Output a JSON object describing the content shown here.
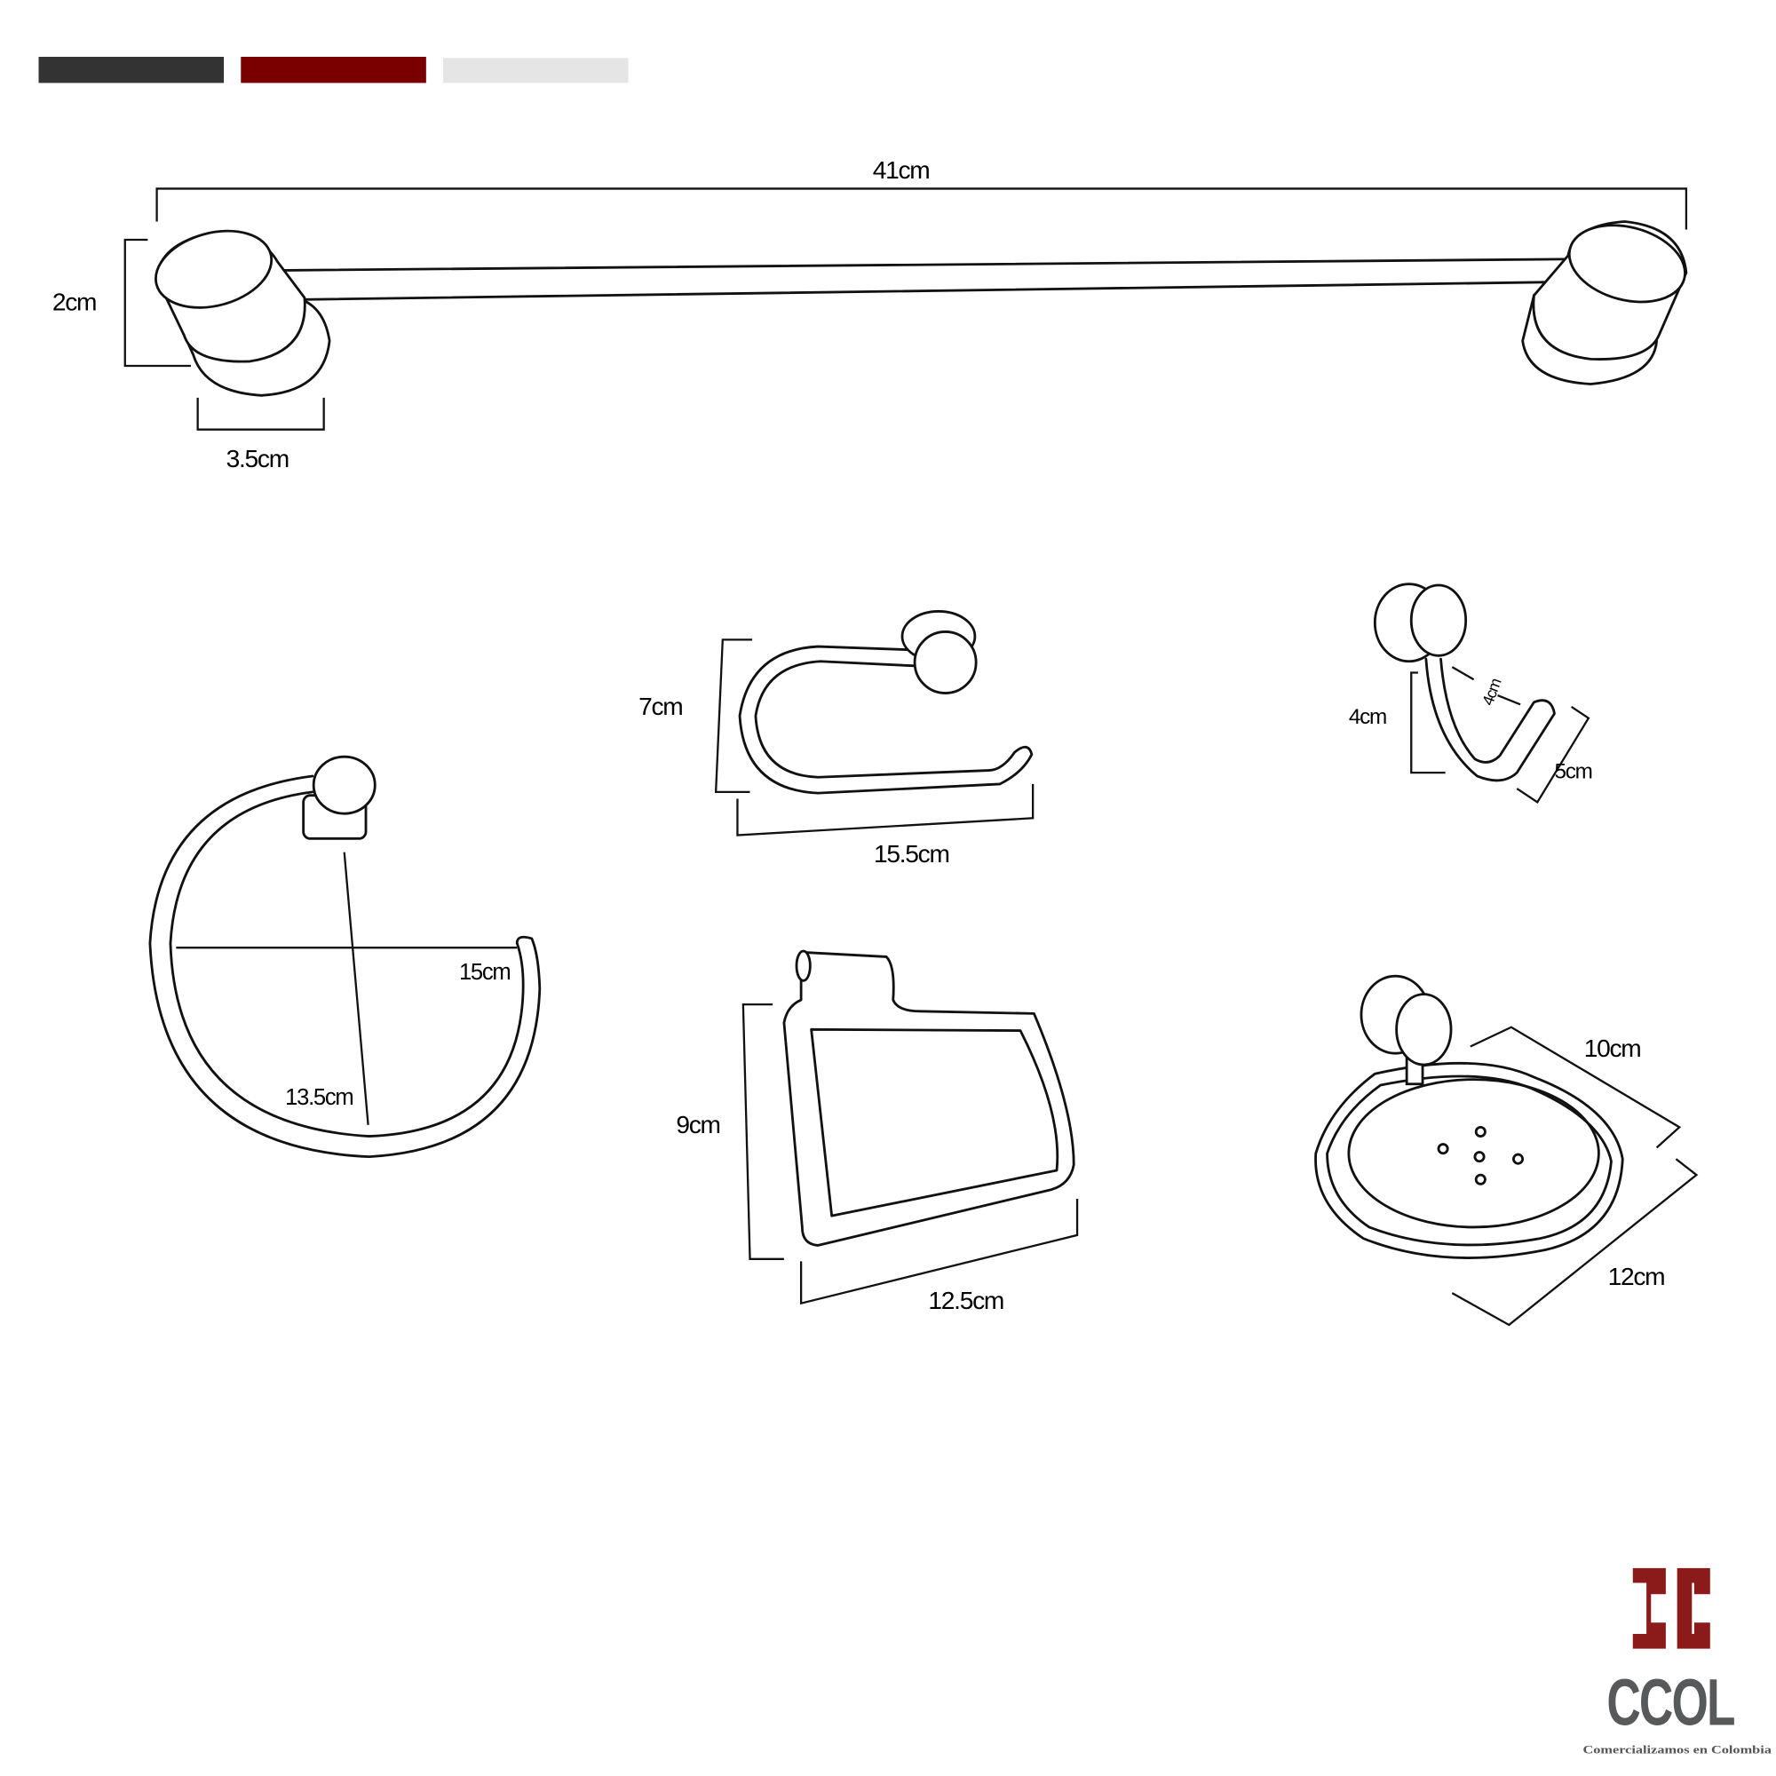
{
  "colors": {
    "bar1": "#333333",
    "bar2": "#7a0000",
    "bar3": "#e5e5e5",
    "logo_red": "#8b1a1a",
    "logo_gray": "#58595b"
  },
  "towel_bar": {
    "length": "41cm",
    "height": "2cm",
    "base": "3.5cm"
  },
  "paper_holder": {
    "height": "7cm",
    "width": "15.5cm"
  },
  "hook": {
    "height": "4cm",
    "depth": "4cm",
    "width": "5cm"
  },
  "towel_ring": {
    "width": "15cm",
    "height": "13.5cm"
  },
  "hand_towel": {
    "height": "9cm",
    "width": "12.5cm"
  },
  "soap_dish": {
    "depth": "10cm",
    "width": "12cm"
  },
  "logo": {
    "mark": "CC",
    "name": "CCOL",
    "tagline": "Comercializamos en Colombia"
  }
}
